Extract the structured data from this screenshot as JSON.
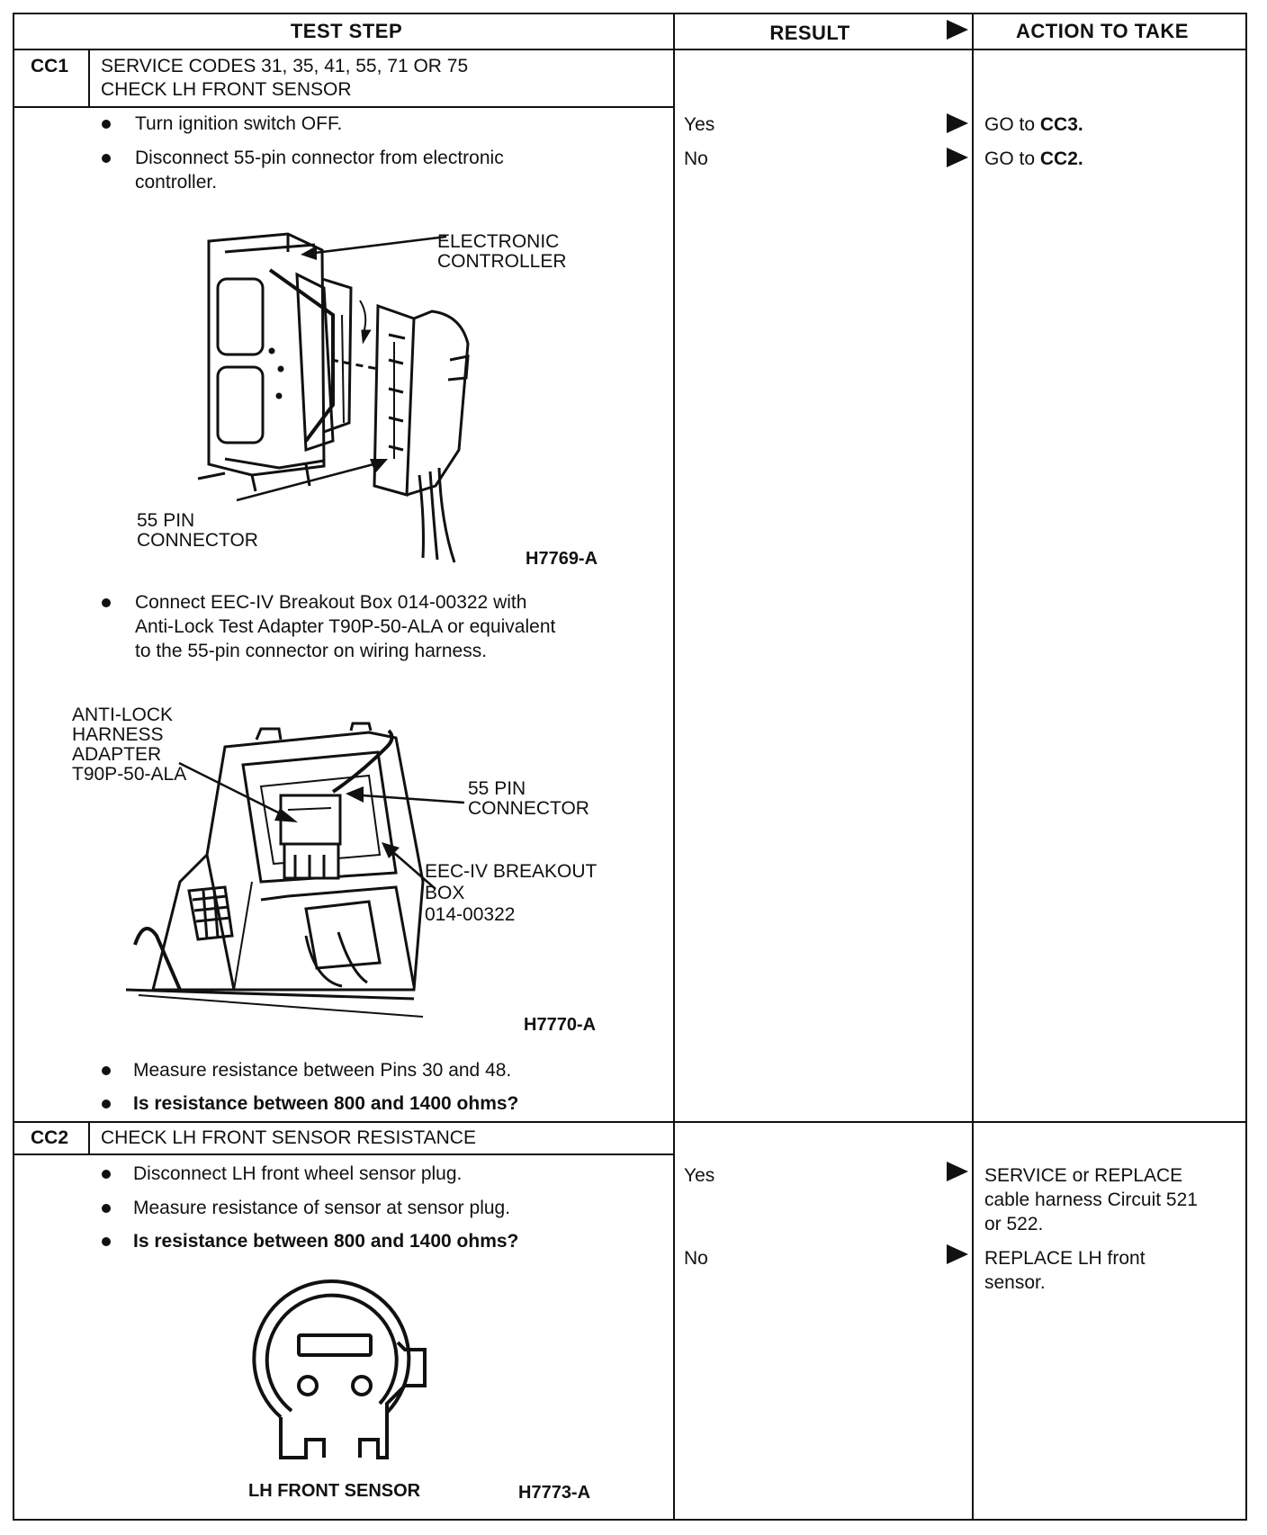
{
  "headers": {
    "test_step": "TEST STEP",
    "result": "RESULT",
    "action": "ACTION TO TAKE"
  },
  "cc1": {
    "id": "CC1",
    "title_line1": "SERVICE CODES 31, 35, 41, 55, 71 OR 75",
    "title_line2": "CHECK LH FRONT SENSOR",
    "steps": [
      "Turn ignition switch OFF.",
      "Disconnect 55-pin connector from electronic",
      "controller.",
      "Connect EEC-IV Breakout Box 014-00322 with",
      "Anti-Lock Test Adapter T90P-50-ALA or equivalent",
      "to the 55-pin connector on wiring harness.",
      "Measure resistance between Pins 30 and 48.",
      "Is resistance between 800 and 1400 ohms?"
    ],
    "figure1": {
      "label_controller_1": "ELECTRONIC",
      "label_controller_2": "CONTROLLER",
      "label_pin_1": "55 PIN",
      "label_pin_2": "CONNECTOR",
      "code": "H7769-A"
    },
    "figure2": {
      "label_adapter_1": "ANTI-LOCK",
      "label_adapter_2": "HARNESS",
      "label_adapter_3": "ADAPTER",
      "label_adapter_4": "T90P-50-ALA",
      "label_pin_1": "55 PIN",
      "label_pin_2": "CONNECTOR",
      "label_box_1": "EEC-IV BREAKOUT",
      "label_box_2": "BOX",
      "label_box_3": "014-00322",
      "code": "H7770-A"
    },
    "results": [
      {
        "result": "Yes",
        "action_prefix": "GO to ",
        "action_target": "CC3."
      },
      {
        "result": "No",
        "action_prefix": "GO to ",
        "action_target": "CC2."
      }
    ]
  },
  "cc2": {
    "id": "CC2",
    "title": "CHECK LH FRONT SENSOR RESISTANCE",
    "steps": [
      "Disconnect LH front wheel sensor plug.",
      "Measure resistance of sensor at sensor plug.",
      "Is resistance between 800 and 1400 ohms?"
    ],
    "figure": {
      "label": "LH FRONT SENSOR",
      "code": "H7773-A"
    },
    "results": [
      {
        "result": "Yes",
        "action_lines": [
          "SERVICE or REPLACE",
          "cable harness Circuit 521",
          "or 522."
        ]
      },
      {
        "result": "No",
        "action_lines": [
          "REPLACE LH front",
          "sensor."
        ]
      }
    ]
  }
}
